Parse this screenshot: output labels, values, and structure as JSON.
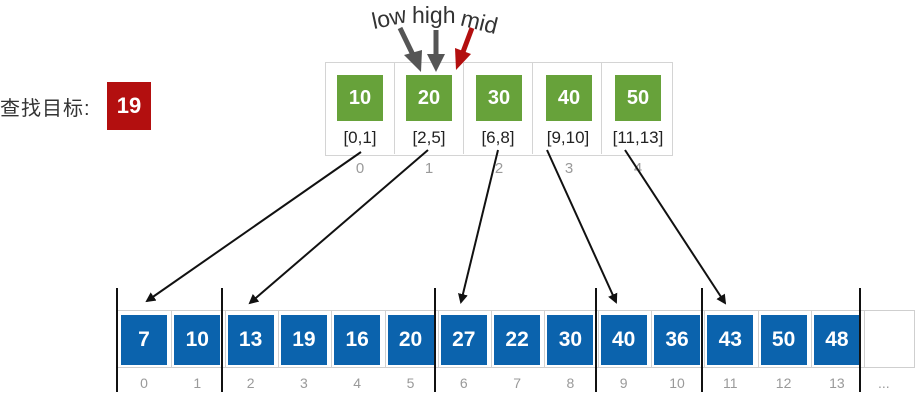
{
  "search": {
    "label": "查找目标:",
    "target": "19"
  },
  "pointers": {
    "low": "low",
    "high": "high",
    "mid": "mid"
  },
  "index_table": {
    "entries": [
      {
        "index": "0",
        "max": "10",
        "range": "[0,1]"
      },
      {
        "index": "1",
        "max": "20",
        "range": "[2,5]"
      },
      {
        "index": "2",
        "max": "30",
        "range": "[6,8]"
      },
      {
        "index": "3",
        "max": "40",
        "range": "[9,10]"
      },
      {
        "index": "4",
        "max": "50",
        "range": "[11,13]"
      }
    ]
  },
  "array": {
    "values": [
      "7",
      "10",
      "13",
      "19",
      "16",
      "20",
      "27",
      "22",
      "30",
      "40",
      "36",
      "43",
      "50",
      "48"
    ],
    "indices": [
      "0",
      "1",
      "2",
      "3",
      "4",
      "5",
      "6",
      "7",
      "8",
      "9",
      "10",
      "11",
      "12",
      "13"
    ],
    "ellipsis": "..."
  },
  "colors": {
    "target": "#b30f0f",
    "index_value": "#67a23a",
    "array_value": "#0b63ad",
    "mid_pointer": "#b30f0f",
    "low_high_pointer": "#555555"
  }
}
